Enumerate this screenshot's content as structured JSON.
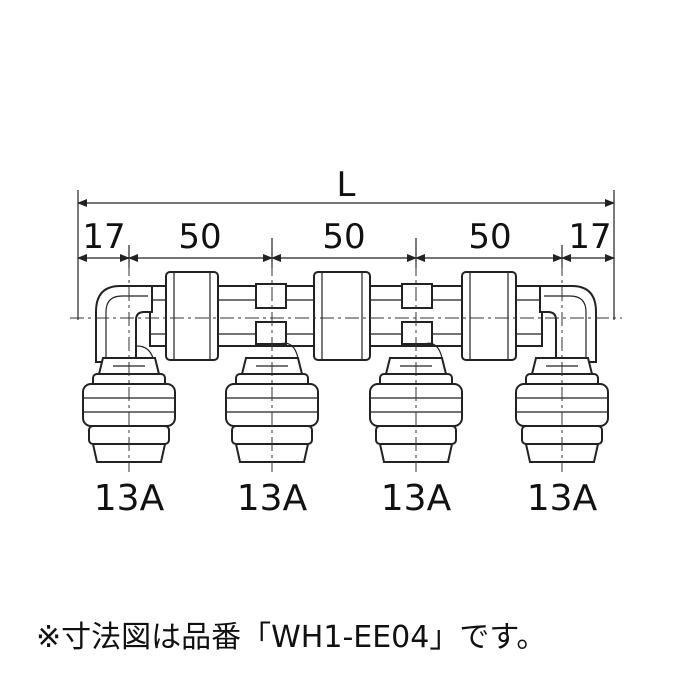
{
  "dimensions": {
    "overall": "L",
    "segments": [
      "17",
      "50",
      "50",
      "50",
      "17"
    ]
  },
  "port_sizes": [
    "13A",
    "13A",
    "13A",
    "13A"
  ],
  "note": "※寸法図は品番「WH1-EE04」です。"
}
